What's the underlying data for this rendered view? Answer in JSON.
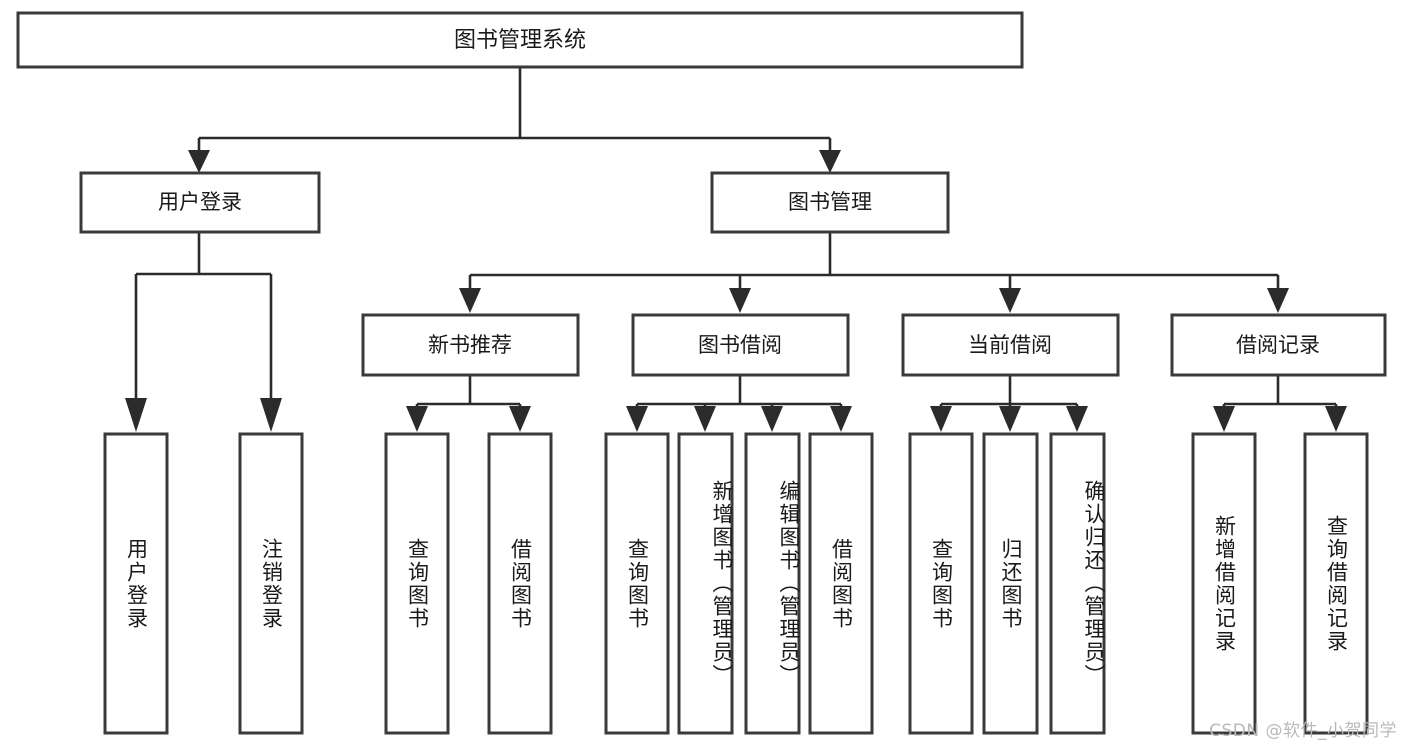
{
  "diagram": {
    "type": "tree-hierarchy-diagram",
    "title_node": {
      "label": "图书管理系统"
    },
    "level2": [
      {
        "id": "user-login",
        "label": "用户登录"
      },
      {
        "id": "book-management",
        "label": "图书管理"
      }
    ],
    "level3": [
      {
        "id": "new-book-recommend",
        "label": "新书推荐",
        "parent": "book-management"
      },
      {
        "id": "book-borrow",
        "label": "图书借阅",
        "parent": "book-management"
      },
      {
        "id": "current-borrow",
        "label": "当前借阅",
        "parent": "book-management"
      },
      {
        "id": "borrow-record",
        "label": "借阅记录",
        "parent": "book-management"
      }
    ],
    "leaves": [
      {
        "id": "leaf-user-login",
        "label": "用户登录",
        "parent": "user-login"
      },
      {
        "id": "leaf-logout",
        "label": "注销登录",
        "parent": "user-login"
      },
      {
        "id": "leaf-query-book-1",
        "label": "查询图书",
        "parent": "new-book-recommend"
      },
      {
        "id": "leaf-borrow-book-1",
        "label": "借阅图书",
        "parent": "new-book-recommend"
      },
      {
        "id": "leaf-query-book-2",
        "label": "查询图书",
        "parent": "book-borrow"
      },
      {
        "id": "leaf-add-book",
        "label": "新增图书（管理员）",
        "parent": "book-borrow"
      },
      {
        "id": "leaf-edit-book",
        "label": "编辑图书（管理员）",
        "parent": "book-borrow"
      },
      {
        "id": "leaf-borrow-book-2",
        "label": "借阅图书",
        "parent": "book-borrow"
      },
      {
        "id": "leaf-query-book-3",
        "label": "查询图书",
        "parent": "current-borrow"
      },
      {
        "id": "leaf-return-book",
        "label": "归还图书",
        "parent": "current-borrow"
      },
      {
        "id": "leaf-confirm-return",
        "label": "确认归还（管理员）",
        "parent": "current-borrow"
      },
      {
        "id": "leaf-add-record",
        "label": "新增借阅记录",
        "parent": "borrow-record"
      },
      {
        "id": "leaf-query-record",
        "label": "查询借阅记录",
        "parent": "borrow-record"
      }
    ]
  },
  "watermark": {
    "text": "CSDN @软件_小贺同学"
  },
  "colors": {
    "background": "#ffffff",
    "box_fill": "#ffffff",
    "box_stroke": "#3a3a3a",
    "connector": "#2b2b2b",
    "text": "#1a1a1a",
    "watermark": "#b9b9b9"
  }
}
